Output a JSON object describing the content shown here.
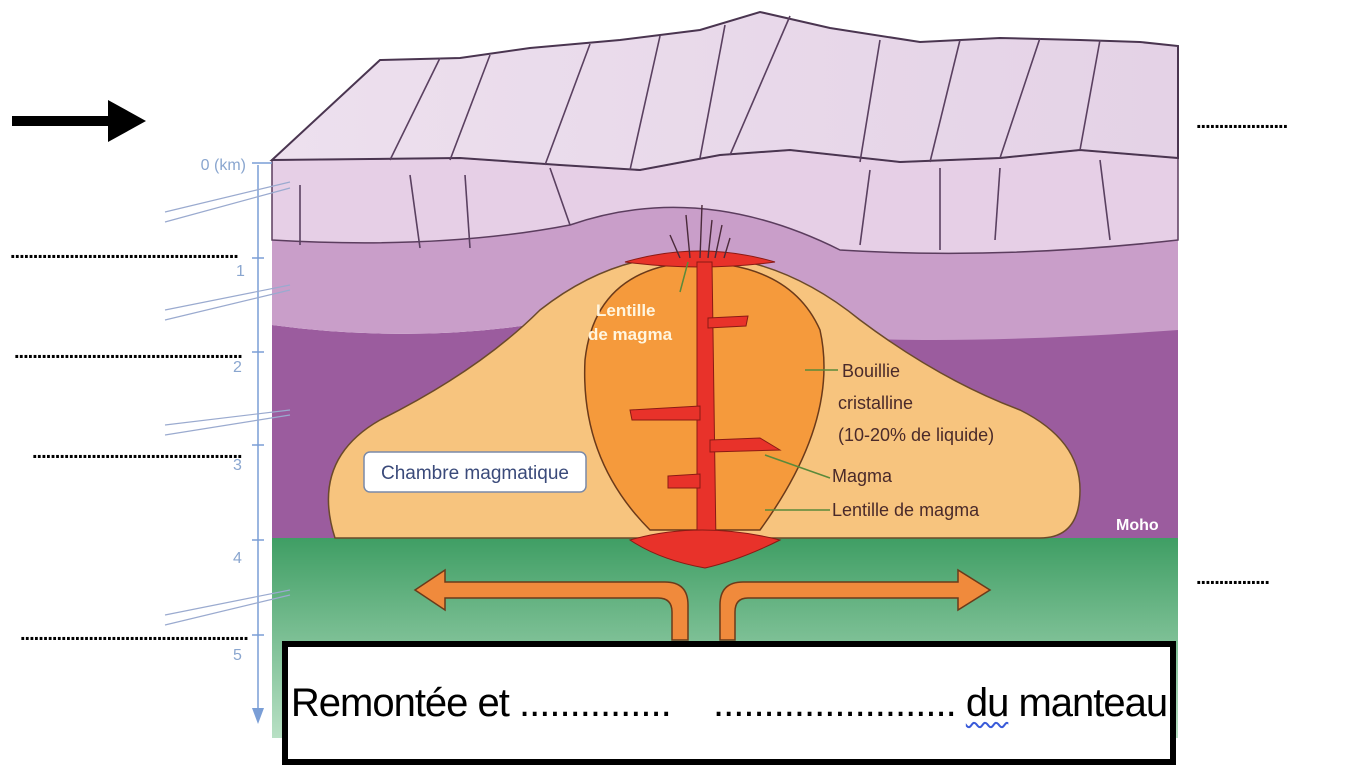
{
  "scale": {
    "ticks": [
      "0 (km)",
      "1",
      "2",
      "3",
      "4",
      "5"
    ]
  },
  "labels": {
    "lentille_top_line1": "Lentille",
    "lentille_top_line2": "de magma",
    "bouillie_line1": "Bouillie",
    "bouillie_line2": "cristalline",
    "bouillie_line3": "(10-20% de liquide)",
    "magma": "Magma",
    "lentille_bottom": "Lentille de magma",
    "chambre": "Chambre magmatique",
    "moho": "Moho"
  },
  "blanks": {
    "right_top": "....................",
    "left_1": "..................................................",
    "left_2": "..................................................",
    "left_3": "..............................................",
    "left_4": "..................................................",
    "right_bottom": "................"
  },
  "caption": {
    "part1": "Remontée et",
    "blank1": "...............",
    "blank2": "........................",
    "word_du": "du",
    "part2": "manteau"
  },
  "colors": {
    "upper_crust": "#e6cde6",
    "middle_crust": "#c79ac6",
    "lower_crust": "#9a5a9c",
    "mantle": "#4fae73",
    "chamber": "#f7c47e",
    "mush": "#f59a3c",
    "magma": "#e8322a",
    "arrows": "#f08a3c"
  }
}
